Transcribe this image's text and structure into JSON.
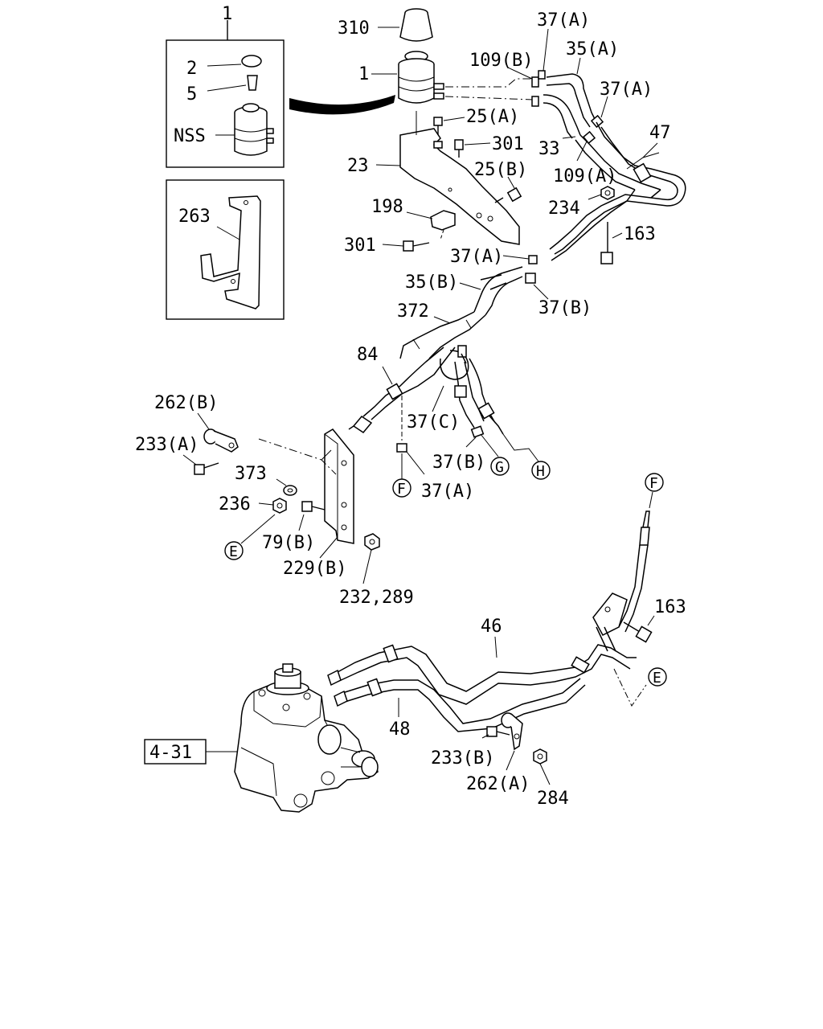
{
  "labels": {
    "l_1_top": "1",
    "l_2": "2",
    "l_5": "5",
    "l_nss": "NSS",
    "l_263": "263",
    "l_310": "310",
    "l_1": "1",
    "l_109b": "109(B)",
    "l_37a_1": "37(A)",
    "l_35a": "35(A)",
    "l_37a_2": "37(A)",
    "l_25a": "25(A)",
    "l_301_1": "301",
    "l_33": "33",
    "l_47": "47",
    "l_23": "23",
    "l_25b": "25(B)",
    "l_109a": "109(A)",
    "l_234": "234",
    "l_198": "198",
    "l_163_1": "163",
    "l_301_2": "301",
    "l_37a_3": "37(A)",
    "l_35b": "35(B)",
    "l_37b_1": "37(B)",
    "l_372": "372",
    "l_84": "84",
    "l_262b": "262(B)",
    "l_37c": "37(C)",
    "l_233a": "233(A)",
    "l_37b_2": "37(B)",
    "l_373": "373",
    "l_37a_4": "37(A)",
    "l_236": "236",
    "l_79b": "79(B)",
    "l_229b": "229(B)",
    "l_232": "232,289",
    "l_163_2": "163",
    "l_46": "46",
    "l_48": "48",
    "l_431": "4-31",
    "l_233b": "233(B)",
    "l_262a": "262(A)",
    "l_284": "284"
  },
  "circled_refs": {
    "ref_f_1": "F",
    "ref_g": "G",
    "ref_h": "H",
    "ref_e_1": "E",
    "ref_f_2": "F",
    "ref_e_2": "E"
  }
}
